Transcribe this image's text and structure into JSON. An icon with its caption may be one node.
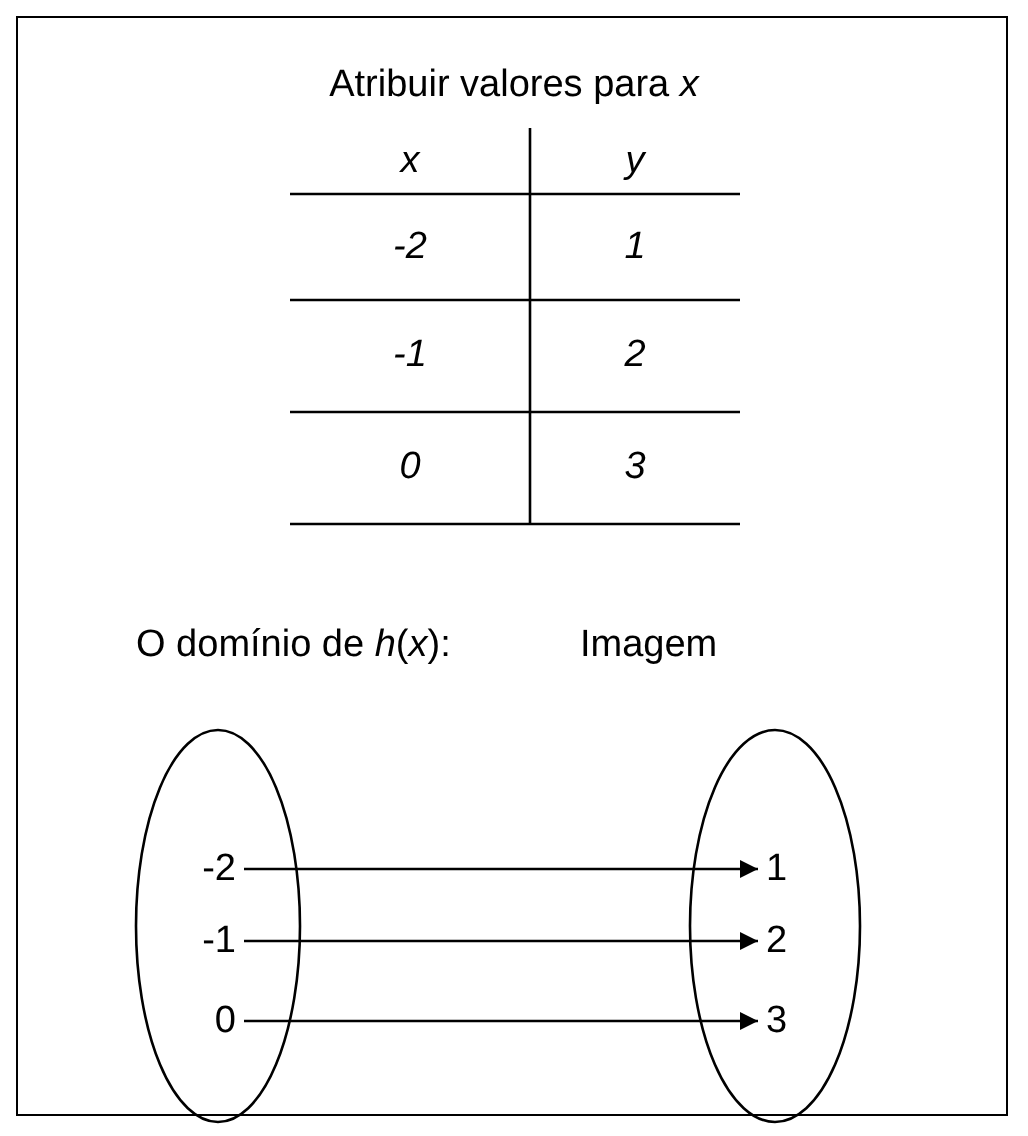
{
  "diagram": {
    "nodes": [
      {
        "text": [
          "O domínio de *h*(*x*):"
        ]
      },
      {
        "text": [
          "Imagem"
        ]
      },
      {
        "text": [
          "-2"
        ],
        "in": 0
      },
      {
        "text": [
          "-1"
        ],
        "in": 0
      },
      {
        "text": [
          "0"
        ],
        "in": 0
      },
      {
        "text": [
          "1"
        ],
        "in": 1
      },
      {
        "text": [
          "2"
        ],
        "in": 1
      },
      {
        "text": [
          "3"
        ],
        "in": 1
      }
    ],
    "edges": [
      {
        "from": 2,
        "to": 5,
        "arrow": "to"
      },
      {
        "from": 3,
        "to": 6,
        "arrow": "to"
      },
      {
        "from": 4,
        "to": 7,
        "arrow": "to"
      }
    ],
    "labels": [
      "Atribuir valores para *x*",
      "x",
      "y",
      "-2",
      "1",
      "-1",
      "2",
      "0",
      "3"
    ]
  }
}
